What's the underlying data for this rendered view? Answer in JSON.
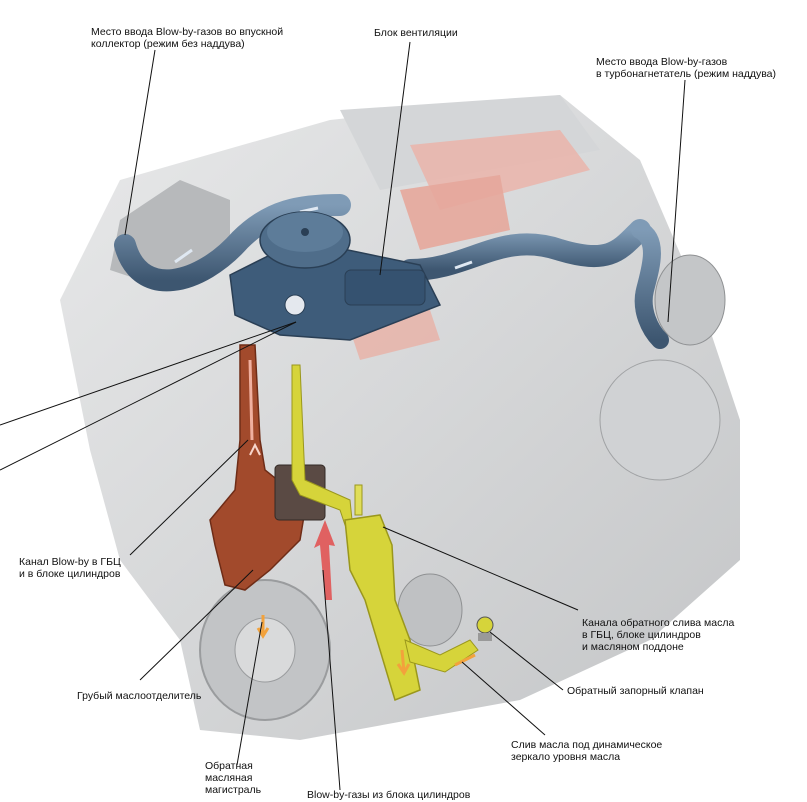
{
  "labels": {
    "intake_inlet": [
      "Место ввода Blow-by-газов во впускной",
      "коллектор (режим без наддува)"
    ],
    "vent_block": [
      "Блок вентиляции"
    ],
    "turbo_inlet": [
      "Место ввода Blow-by-газов",
      "в турбонагнетатель (режим наддува)"
    ],
    "blowby_channel": [
      "Канал Blow-by в ГБЦ",
      "и в блоке цилиндров"
    ],
    "oil_return_channels": [
      "Канала обратного слива масла",
      "в ГБЦ, блоке цилиндров",
      "и масляном поддоне"
    ],
    "check_valve": [
      "Обратный запорный клапан"
    ],
    "coarse_separator": [
      "Грубый маслоотделитель"
    ],
    "oil_drain": [
      "Слив масла под динамическое",
      "зеркало уровня масла"
    ],
    "return_line": [
      "Обратная",
      "масляная",
      "магистраль"
    ],
    "blowby_gases": [
      "Blow-by-газы из блока цилиндров"
    ]
  },
  "colors": {
    "hose": "#4f6d8a",
    "vent_block": "#3e5c7a",
    "blowby_channel": "#a24a2c",
    "oil_return": "#d6d43a",
    "oil_flow_arrow": "#f2a23c",
    "engine_gray": "#c9cbcd",
    "leader_line": "#111111"
  }
}
